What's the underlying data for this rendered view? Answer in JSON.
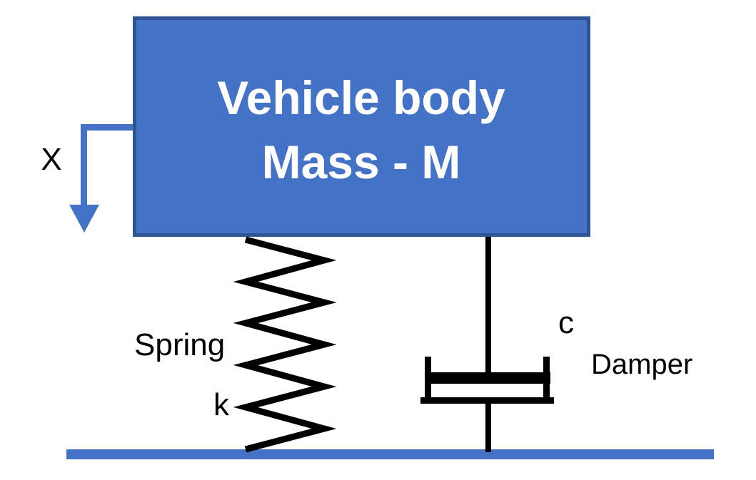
{
  "diagram": {
    "box": {
      "line1": "Vehicle body",
      "line2": "Mass - M"
    },
    "labels": {
      "displacement": "X",
      "spring_name": "Spring",
      "spring_constant": "k",
      "damping_coefficient": "c",
      "damper_name": "Damper"
    },
    "colors": {
      "accent_blue": "#4472C4",
      "box_border": "#2F5496",
      "stroke_black": "#000000",
      "text_white": "#FFFFFF"
    }
  }
}
